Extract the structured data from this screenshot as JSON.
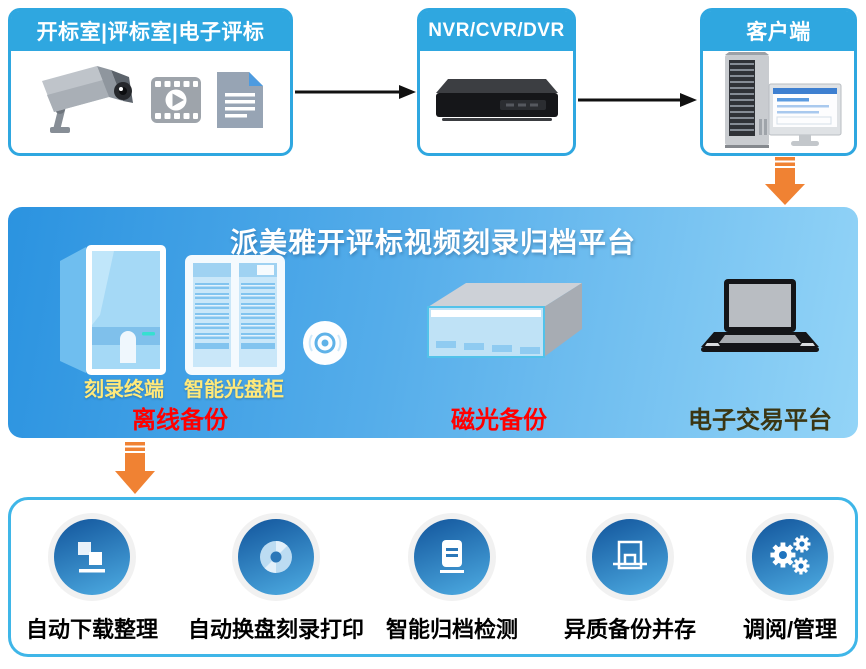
{
  "colors": {
    "accent_blue": "#2FA7E0",
    "platform_gradient_start": "#2B93E0",
    "platform_gradient_end": "#93D4F7",
    "orange_arrow": "#F08233",
    "black_arrow": "#111111",
    "label_yellow": "#FFE97A",
    "label_red": "#FF0000",
    "label_dark_olive": "#3B3613",
    "feature_circle_top": "#15599F",
    "feature_circle_bottom": "#4BA8DF"
  },
  "top_row": {
    "source_box": {
      "title": "开标室|评标室|电子评标",
      "icons": [
        "cctv-camera-icon",
        "video-film-icon",
        "document-icon"
      ]
    },
    "recorder_box": {
      "title": "NVR/CVR/DVR",
      "icons": [
        "nvr-device-icon"
      ]
    },
    "client_box": {
      "title": "客户端",
      "icons": [
        "server-rack-and-monitor-icon"
      ]
    }
  },
  "platform": {
    "title": "派美雅开评标视频刻录归档平台",
    "device_labels": [
      {
        "label": "刻录终端",
        "icon": "burning-terminal-icon"
      },
      {
        "label": "智能光盘柜",
        "icon": "disc-cabinet-icon"
      }
    ],
    "category_labels": [
      {
        "label": "离线备份"
      },
      {
        "label": "磁光备份"
      },
      {
        "label": "电子交易平台"
      }
    ],
    "extra_icons": [
      "cd-disc-icon",
      "magneto-optical-box-icon",
      "laptop-icon"
    ]
  },
  "features": {
    "items": [
      {
        "label": "自动下载整理",
        "icon": "auto-organize-icon"
      },
      {
        "label": "自动换盘刻录打印",
        "icon": "disc-burn-icon"
      },
      {
        "label": "智能归档检测",
        "icon": "archive-check-icon"
      },
      {
        "label": "异质备份并存",
        "icon": "backup-device-icon"
      },
      {
        "label": "调阅/管理",
        "icon": "gears-icon"
      }
    ]
  }
}
